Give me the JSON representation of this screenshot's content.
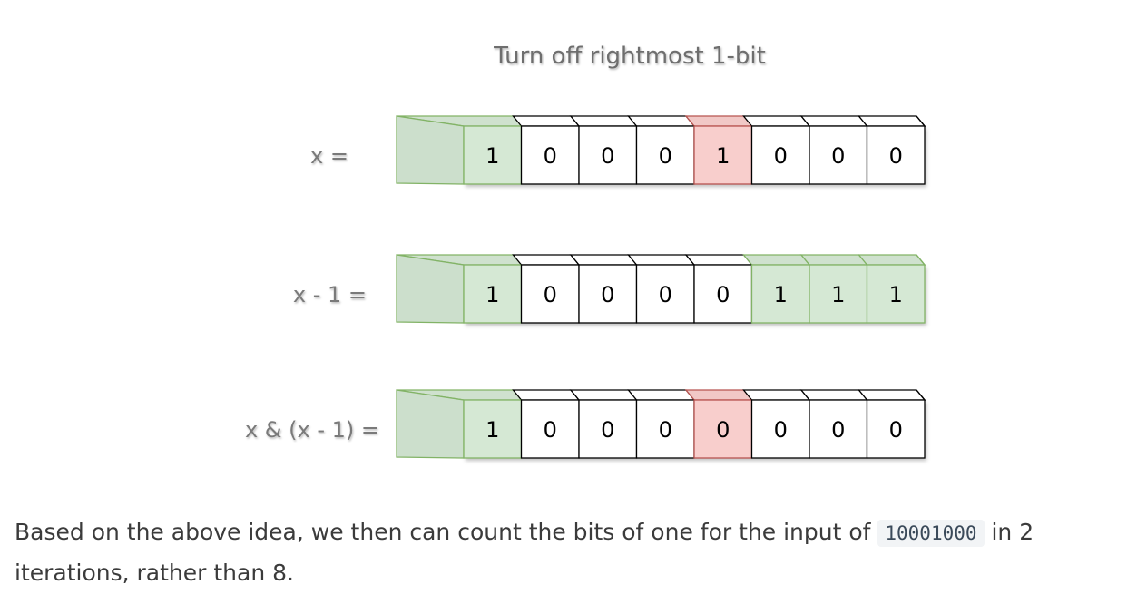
{
  "diagram": {
    "title": "Turn off rightmost 1-bit",
    "rows": [
      {
        "label": "x =",
        "bits": [
          "1",
          "0",
          "0",
          "0",
          "1",
          "0",
          "0",
          "0"
        ],
        "highlight": [
          "green",
          "none",
          "none",
          "none",
          "red",
          "none",
          "none",
          "none"
        ]
      },
      {
        "label": "x - 1 =",
        "bits": [
          "1",
          "0",
          "0",
          "0",
          "0",
          "1",
          "1",
          "1"
        ],
        "highlight": [
          "green",
          "none",
          "none",
          "none",
          "none",
          "green",
          "green",
          "green"
        ]
      },
      {
        "label": "x & (x - 1) =",
        "bits": [
          "1",
          "0",
          "0",
          "0",
          "0",
          "0",
          "0",
          "0"
        ],
        "highlight": [
          "green",
          "none",
          "none",
          "none",
          "red",
          "none",
          "none",
          "none"
        ]
      }
    ],
    "colors": {
      "green_face": "#d5e8d4",
      "green_border": "#82b366",
      "red_face": "#f8cecc",
      "red_border": "#b85450",
      "plain_face": "#ffffff",
      "plain_border": "#000000",
      "label_text": "#7a7a7a",
      "title_text": "#6e6e6e"
    }
  },
  "paragraph": {
    "text_before": "Based on the above idea, we then can count the bits of one for the input of ",
    "code": "10001000",
    "text_after": " in 2 iterations, rather than 8."
  }
}
